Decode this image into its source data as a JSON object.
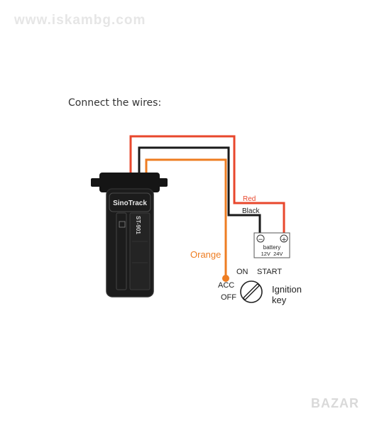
{
  "watermark": {
    "text": "www.iskambg.com"
  },
  "heading": "Connect the wires:",
  "device": {
    "brand": "SinoTrack",
    "model": "ST-901"
  },
  "wires": {
    "red": "Red",
    "black": "Black",
    "orange": "Orange"
  },
  "battery": {
    "minus": "−",
    "plus": "+",
    "label": "battery",
    "voltages": "12V  24V"
  },
  "ignition": {
    "on": "ON",
    "start": "START",
    "acc": "ACC",
    "off": "OFF",
    "label_line1": "Ignition",
    "label_line2": "key"
  },
  "colors": {
    "red_wire": "#e8472c",
    "black_wire": "#1a1a1a",
    "orange_wire": "#ee7d22",
    "device_body": "#1c1c1c"
  },
  "corner_logo": {
    "text": "BAZAR"
  }
}
